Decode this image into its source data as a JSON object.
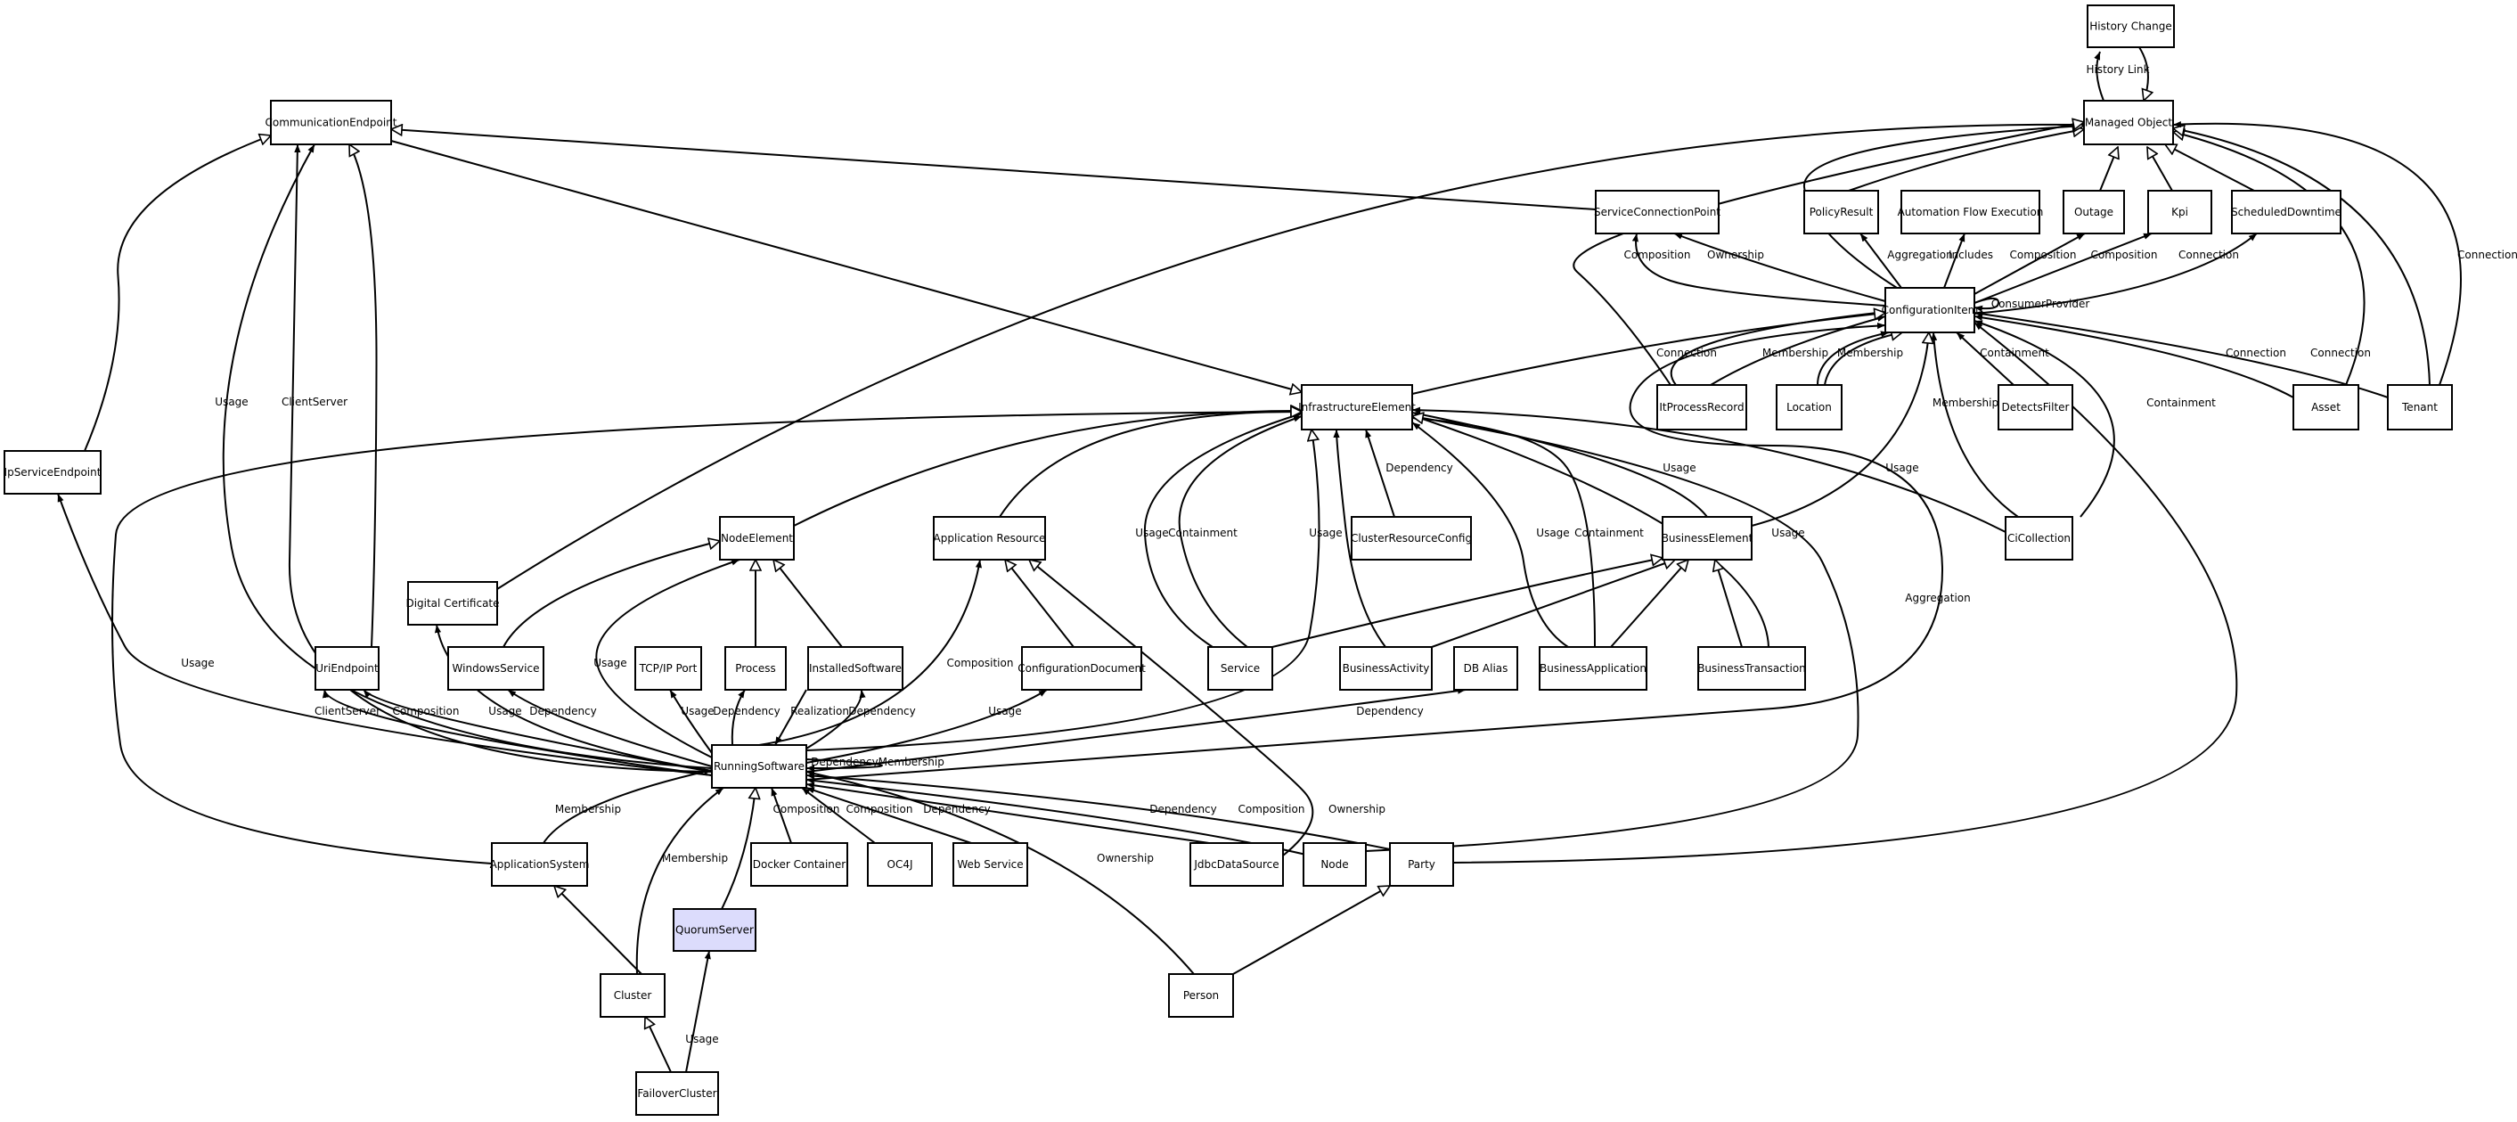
{
  "diagram": {
    "colors": {
      "background": "#ffffff",
      "node_fill": "#ffffff",
      "highlight_fill": "#dcdcfc",
      "stroke": "#000000"
    },
    "nodes": [
      {
        "id": "history_change",
        "label": "History Change"
      },
      {
        "id": "managed_object",
        "label": "Managed Object"
      },
      {
        "id": "communication_endpoint",
        "label": "CommunicationEndpoint"
      },
      {
        "id": "service_connection_point",
        "label": "ServiceConnectionPoint"
      },
      {
        "id": "policy_result",
        "label": "PolicyResult"
      },
      {
        "id": "automation_flow_execution",
        "label": "Automation Flow Execution"
      },
      {
        "id": "outage",
        "label": "Outage"
      },
      {
        "id": "kpi",
        "label": "Kpi"
      },
      {
        "id": "scheduled_downtime",
        "label": "ScheduledDowntime"
      },
      {
        "id": "configuration_item",
        "label": "ConfigurationItem"
      },
      {
        "id": "infrastructure_element",
        "label": "InfrastructureElement"
      },
      {
        "id": "itprocess_record",
        "label": "ItProcessRecord"
      },
      {
        "id": "location",
        "label": "Location"
      },
      {
        "id": "detects_filter",
        "label": "DetectsFilter"
      },
      {
        "id": "asset",
        "label": "Asset"
      },
      {
        "id": "tenant",
        "label": "Tenant"
      },
      {
        "id": "ip_service_endpoint",
        "label": "IpServiceEndpoint"
      },
      {
        "id": "node_element",
        "label": "NodeElement"
      },
      {
        "id": "application_resource",
        "label": "Application Resource"
      },
      {
        "id": "cluster_resource_config",
        "label": "ClusterResourceConfig"
      },
      {
        "id": "business_element",
        "label": "BusinessElement"
      },
      {
        "id": "ci_collection",
        "label": "CiCollection"
      },
      {
        "id": "digital_certificate",
        "label": "Digital Certificate"
      },
      {
        "id": "uri_endpoint",
        "label": "UriEndpoint"
      },
      {
        "id": "windows_service",
        "label": "WindowsService"
      },
      {
        "id": "tcpip_port",
        "label": "TCP/IP Port"
      },
      {
        "id": "process",
        "label": "Process"
      },
      {
        "id": "installed_software",
        "label": "InstalledSoftware"
      },
      {
        "id": "configuration_document",
        "label": "ConfigurationDocument"
      },
      {
        "id": "service",
        "label": "Service"
      },
      {
        "id": "business_activity",
        "label": "BusinessActivity"
      },
      {
        "id": "db_alias",
        "label": "DB Alias"
      },
      {
        "id": "business_application",
        "label": "BusinessApplication"
      },
      {
        "id": "business_transaction",
        "label": "BusinessTransaction"
      },
      {
        "id": "running_software",
        "label": "RunningSoftware"
      },
      {
        "id": "application_system",
        "label": "ApplicationSystem"
      },
      {
        "id": "docker_container",
        "label": "Docker Container"
      },
      {
        "id": "oc4j",
        "label": "OC4J"
      },
      {
        "id": "web_service",
        "label": "Web Service"
      },
      {
        "id": "jdbc_data_source",
        "label": "JdbcDataSource"
      },
      {
        "id": "node",
        "label": "Node"
      },
      {
        "id": "party",
        "label": "Party"
      },
      {
        "id": "quorum_server",
        "label": "QuorumServer",
        "highlight": true
      },
      {
        "id": "cluster",
        "label": "Cluster"
      },
      {
        "id": "person",
        "label": "Person"
      },
      {
        "id": "failover_cluster",
        "label": "FailoverCluster"
      }
    ],
    "edges": [
      {
        "from": "managed_object",
        "to": "history_change",
        "label": "History Link",
        "head": "filled"
      },
      {
        "from": "history_change",
        "to": "managed_object",
        "label": "",
        "head": "hollow"
      },
      {
        "from": "service_connection_point",
        "to": "communication_endpoint",
        "label": "",
        "head": "hollow"
      },
      {
        "from": "communication_endpoint",
        "to": "infrastructure_element",
        "label": "",
        "head": "hollow"
      },
      {
        "from": "digital_certificate",
        "to": "managed_object",
        "label": "",
        "head": "hollow"
      },
      {
        "from": "ip_service_endpoint",
        "to": "communication_endpoint",
        "label": "",
        "head": "hollow"
      },
      {
        "from": "uri_endpoint",
        "to": "communication_endpoint",
        "label": "",
        "head": "hollow"
      },
      {
        "from": "running_software",
        "to": "communication_endpoint",
        "label": "Usage",
        "head": "filled"
      },
      {
        "from": "running_software",
        "to": "communication_endpoint",
        "label": "ClientServer",
        "head": "filled"
      },
      {
        "from": "running_software",
        "to": "ip_service_endpoint",
        "label": "Usage",
        "head": "filled"
      },
      {
        "from": "policy_result",
        "to": "managed_object",
        "label": "",
        "head": "hollow"
      },
      {
        "from": "outage",
        "to": "managed_object",
        "label": "",
        "head": "hollow"
      },
      {
        "from": "kpi",
        "to": "managed_object",
        "label": "",
        "head": "hollow"
      },
      {
        "from": "scheduled_downtime",
        "to": "managed_object",
        "label": "",
        "head": "hollow"
      },
      {
        "from": "asset",
        "to": "managed_object",
        "label": "",
        "head": "hollow"
      },
      {
        "from": "tenant",
        "to": "managed_object",
        "label": "",
        "head": "hollow"
      },
      {
        "from": "configuration_item",
        "to": "managed_object",
        "label": "",
        "head": "hollow"
      },
      {
        "from": "itprocess_record",
        "to": "managed_object",
        "label": "",
        "head": "hollow"
      },
      {
        "from": "configuration_item",
        "to": "service_connection_point",
        "label": "Composition",
        "head": "filled"
      },
      {
        "from": "configuration_item",
        "to": "service_connection_point",
        "label": "Ownership",
        "head": "filled"
      },
      {
        "from": "configuration_item",
        "to": "policy_result",
        "label": "Aggregation",
        "head": "filled"
      },
      {
        "from": "configuration_item",
        "to": "automation_flow_execution",
        "label": "Includes",
        "head": "filled"
      },
      {
        "from": "configuration_item",
        "to": "outage",
        "label": "Composition",
        "head": "filled"
      },
      {
        "from": "configuration_item",
        "to": "kpi",
        "label": "Composition",
        "head": "filled"
      },
      {
        "from": "configuration_item",
        "to": "scheduled_downtime",
        "label": "Connection",
        "head": "filled"
      },
      {
        "from": "configuration_item",
        "to": "configuration_item",
        "label": "ConsumerProvider",
        "head": "filled"
      },
      {
        "from": "itprocess_record",
        "to": "configuration_item",
        "label": "Connection",
        "head": "filled"
      },
      {
        "from": "itprocess_record",
        "to": "configuration_item",
        "label": "Membership",
        "head": "filled"
      },
      {
        "from": "location",
        "to": "configuration_item",
        "label": "Membership",
        "head": "filled"
      },
      {
        "from": "location",
        "to": "configuration_item",
        "label": "",
        "head": "hollow"
      },
      {
        "from": "detects_filter",
        "to": "configuration_item",
        "label": "Containment",
        "head": "filled"
      },
      {
        "from": "asset",
        "to": "configuration_item",
        "label": "Connection",
        "head": "filled"
      },
      {
        "from": "tenant",
        "to": "configuration_item",
        "label": "Connection",
        "head": "filled"
      },
      {
        "from": "ci_collection",
        "to": "configuration_item",
        "label": "Membership",
        "head": "filled"
      },
      {
        "from": "ci_collection",
        "to": "configuration_item",
        "label": "Containment",
        "head": "filled"
      },
      {
        "from": "tenant",
        "to": "managed_object",
        "label": "Connection",
        "head": "filled"
      },
      {
        "from": "infrastructure_element",
        "to": "configuration_item",
        "label": "",
        "head": "hollow"
      },
      {
        "from": "business_element",
        "to": "configuration_item",
        "label": "",
        "head": "hollow"
      },
      {
        "from": "ci_collection",
        "to": "infrastructure_element",
        "label": "Usage",
        "head": "filled"
      },
      {
        "from": "running_software",
        "to": "configuration_item",
        "label": "Aggregation",
        "head": "filled"
      },
      {
        "from": "node_element",
        "to": "infrastructure_element",
        "label": "",
        "head": "hollow"
      },
      {
        "from": "application_resource",
        "to": "infrastructure_element",
        "label": "",
        "head": "hollow"
      },
      {
        "from": "cluster_resource_config",
        "to": "infrastructure_element",
        "label": "Dependency",
        "head": "filled"
      },
      {
        "from": "business_element",
        "to": "infrastructure_element",
        "label": "Usage",
        "head": "filled"
      },
      {
        "from": "service",
        "to": "infrastructure_element",
        "label": "Usage",
        "head": "filled"
      },
      {
        "from": "service",
        "to": "infrastructure_element",
        "label": "Containment",
        "head": "filled"
      },
      {
        "from": "business_activity",
        "to": "infrastructure_element",
        "label": "Usage",
        "head": "filled"
      },
      {
        "from": "business_application",
        "to": "infrastructure_element",
        "label": "Usage",
        "head": "filled"
      },
      {
        "from": "business_application",
        "to": "infrastructure_element",
        "label": "Containment",
        "head": "filled"
      },
      {
        "from": "business_transaction",
        "to": "infrastructure_element",
        "label": "Usage",
        "head": "filled"
      },
      {
        "from": "running_software",
        "to": "infrastructure_element",
        "label": "",
        "head": "hollow"
      },
      {
        "from": "application_system",
        "to": "infrastructure_element",
        "label": "",
        "head": "hollow"
      },
      {
        "from": "node",
        "to": "infrastructure_element",
        "label": "",
        "head": "hollow"
      },
      {
        "from": "service",
        "to": "business_element",
        "label": "",
        "head": "hollow"
      },
      {
        "from": "business_activity",
        "to": "business_element",
        "label": "",
        "head": "hollow"
      },
      {
        "from": "business_application",
        "to": "business_element",
        "label": "",
        "head": "hollow"
      },
      {
        "from": "business_transaction",
        "to": "business_element",
        "label": "",
        "head": "hollow"
      },
      {
        "from": "windows_service",
        "to": "node_element",
        "label": "",
        "head": "hollow"
      },
      {
        "from": "process",
        "to": "node_element",
        "label": "",
        "head": "hollow"
      },
      {
        "from": "installed_software",
        "to": "node_element",
        "label": "",
        "head": "hollow"
      },
      {
        "from": "running_software",
        "to": "node_element",
        "label": "Usage",
        "head": "filled"
      },
      {
        "from": "configuration_document",
        "to": "application_resource",
        "label": "",
        "head": "hollow"
      },
      {
        "from": "jdbc_data_source",
        "to": "application_resource",
        "label": "",
        "head": "hollow"
      },
      {
        "from": "running_software",
        "to": "application_resource",
        "label": "Composition",
        "head": "filled"
      },
      {
        "from": "running_software",
        "to": "uri_endpoint",
        "label": "ClientServer",
        "head": "filled"
      },
      {
        "from": "running_software",
        "to": "uri_endpoint",
        "label": "Composition",
        "head": "filled"
      },
      {
        "from": "running_software",
        "to": "digital_certificate",
        "label": "Usage",
        "head": "filled"
      },
      {
        "from": "running_software",
        "to": "windows_service",
        "label": "Dependency",
        "head": "filled"
      },
      {
        "from": "running_software",
        "to": "tcpip_port",
        "label": "Usage",
        "head": "filled"
      },
      {
        "from": "running_software",
        "to": "process",
        "label": "Dependency",
        "head": "filled"
      },
      {
        "from": "installed_software",
        "to": "running_software",
        "label": "Realization",
        "head": "filled"
      },
      {
        "from": "running_software",
        "to": "installed_software",
        "label": "Dependency",
        "head": "filled"
      },
      {
        "from": "running_software",
        "to": "configuration_document",
        "label": "Usage",
        "head": "filled"
      },
      {
        "from": "running_software",
        "to": "db_alias",
        "label": "Dependency",
        "head": "filled"
      },
      {
        "from": "running_software",
        "to": "running_software",
        "label": "DependencyMembership",
        "head": "filled"
      },
      {
        "from": "application_system",
        "to": "running_software",
        "label": "Membership",
        "head": "filled"
      },
      {
        "from": "docker_container",
        "to": "running_software",
        "label": "Composition",
        "head": "filled"
      },
      {
        "from": "oc4j",
        "to": "running_software",
        "label": "Composition",
        "head": "filled"
      },
      {
        "from": "web_service",
        "to": "running_software",
        "label": "Dependency",
        "head": "filled"
      },
      {
        "from": "jdbc_data_source",
        "to": "running_software",
        "label": "Dependency",
        "head": "filled"
      },
      {
        "from": "node",
        "to": "running_software",
        "label": "Composition",
        "head": "filled"
      },
      {
        "from": "party",
        "to": "running_software",
        "label": "Ownership",
        "head": "filled"
      },
      {
        "from": "person",
        "to": "running_software",
        "label": "Ownership",
        "head": "filled"
      },
      {
        "from": "cluster",
        "to": "running_software",
        "label": "Membership",
        "head": "filled"
      },
      {
        "from": "quorum_server",
        "to": "running_software",
        "label": "",
        "head": "hollow"
      },
      {
        "from": "party",
        "to": "configuration_item",
        "label": "",
        "head": "filled"
      },
      {
        "from": "person",
        "to": "party",
        "label": "",
        "head": "hollow"
      },
      {
        "from": "cluster",
        "to": "application_system",
        "label": "",
        "head": "hollow"
      },
      {
        "from": "failover_cluster",
        "to": "cluster",
        "label": "",
        "head": "hollow"
      },
      {
        "from": "failover_cluster",
        "to": "quorum_server",
        "label": "Usage",
        "head": "filled"
      }
    ]
  }
}
